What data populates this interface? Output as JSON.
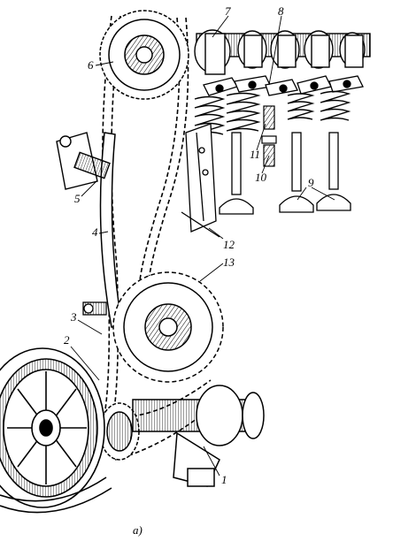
{
  "callouts": {
    "c1": "1",
    "c2": "2",
    "c3": "3",
    "c4": "4",
    "c5": "5",
    "c6": "6",
    "c7": "7",
    "c8": "8",
    "c9": "9",
    "c10": "10",
    "c11": "11",
    "c12": "12",
    "c13": "13"
  },
  "caption": "а)",
  "colors": {
    "ink": "#000000",
    "paper": "#ffffff"
  }
}
